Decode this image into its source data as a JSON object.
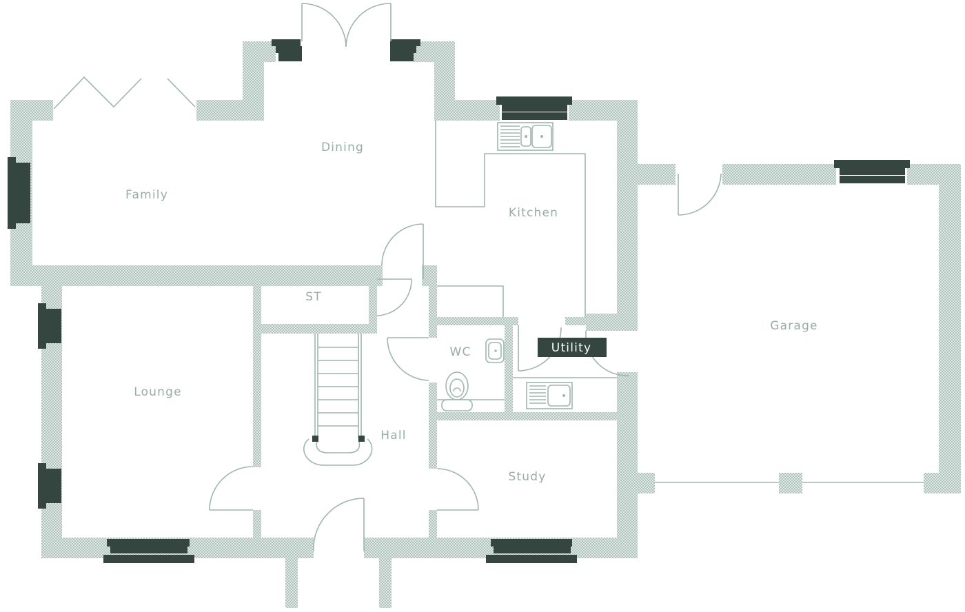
{
  "floorplan": {
    "rooms": {
      "family": "Family",
      "dining": "Dining",
      "kitchen": "Kitchen",
      "st": "ST",
      "lounge": "Lounge",
      "wc": "WC",
      "utility": "Utility",
      "hall": "Hall",
      "study": "Study",
      "garage": "Garage"
    },
    "colors": {
      "wall": "#9fb6ae",
      "window": "#34463f",
      "label": "#97ada6",
      "background": "#ffffff"
    }
  }
}
